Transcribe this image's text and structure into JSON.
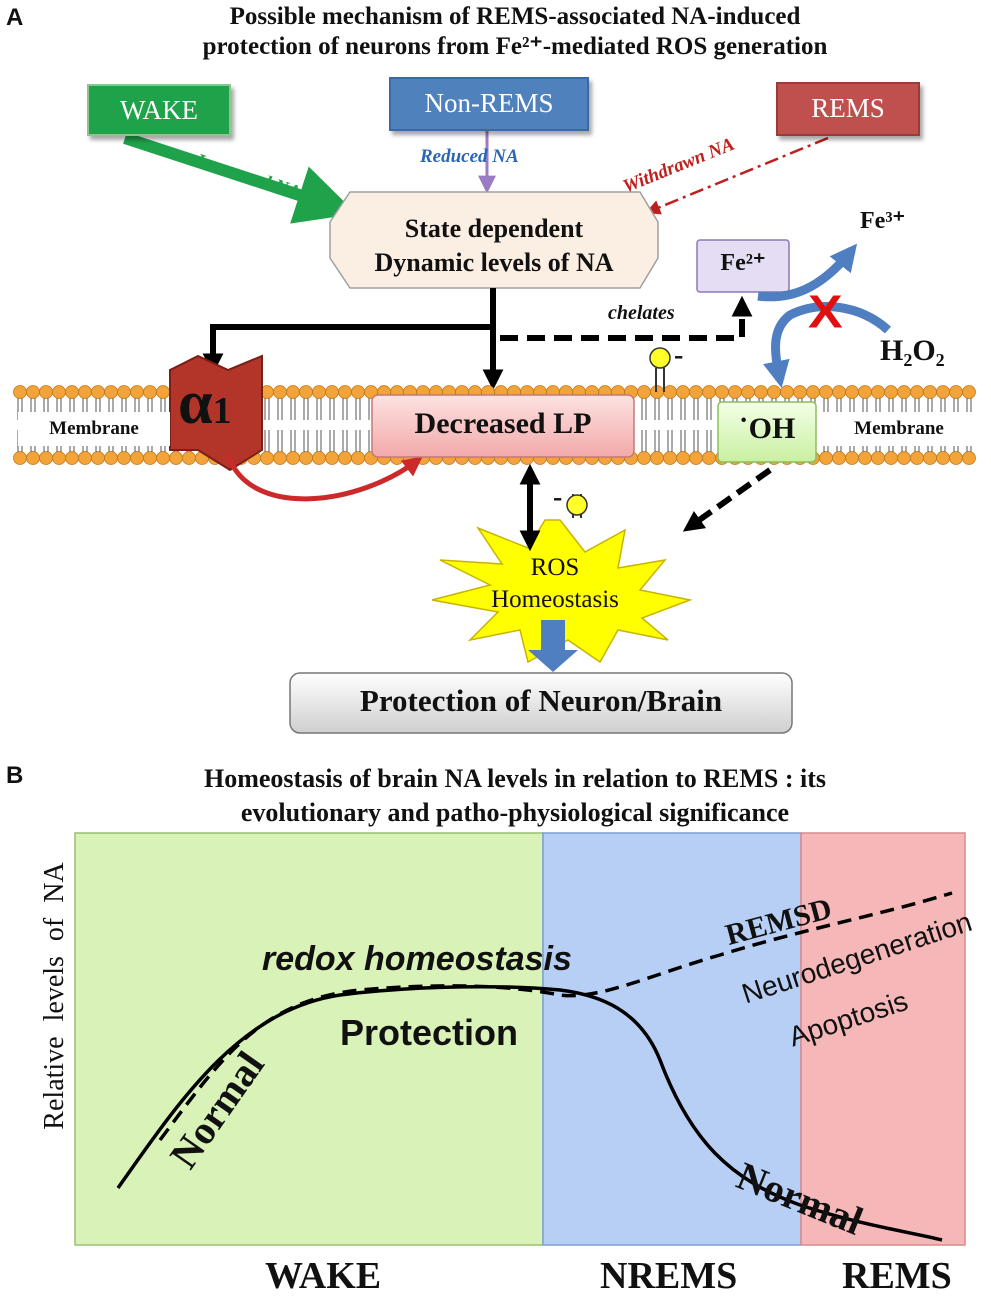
{
  "panel_a": {
    "letter": "A",
    "title_line1": "Possible mechanism of REMS-associated NA-induced",
    "title_line2": "protection of neurons from Fe²⁺-mediated ROS generation",
    "wake": "WAKE",
    "non_rems": "Non-REMS",
    "rems": "REMS",
    "increased_na": "Increased NA",
    "reduced_na": "Reduced NA",
    "withdrawn_na": "Withdrawn NA",
    "state_line1": "State dependent",
    "state_line2": "Dynamic levels of NA",
    "fe2": "Fe²⁺",
    "fe3": "Fe³⁺",
    "h2o2": "H₂O₂",
    "cross": "X",
    "chelates": "chelates",
    "membrane_left": "Membrane",
    "membrane_right": "Membrane",
    "alpha": "α",
    "alpha_sub": "1",
    "decreased_lp": "Decreased LP",
    "oh": "˙OH",
    "minus": "-",
    "ros_line1": "ROS",
    "ros_line2": "Homeostasis",
    "protection": "Protection of Neuron/Brain"
  },
  "panel_b": {
    "letter": "B",
    "title_line1": "Homeostasis of brain NA levels in relation to REMS : its",
    "title_line2": "evolutionary and patho-physiological significance",
    "ylabel": "Relative levels of NA",
    "redox": "redox homeostasis",
    "protection": "Protection",
    "normal_left": "Normal",
    "normal_right": "Normal",
    "remsd": "REMSD",
    "neurodegeneration": "Neurodegeneration",
    "apoptosis": "Apoptosis",
    "wake": "WAKE",
    "nrems": "NREMS",
    "rems": "REMS"
  },
  "colors": {
    "wake": "#1fa24a",
    "non_rems": "#4f81bd",
    "rems": "#c0504d",
    "lipid": "#f2a33a",
    "green_panel": "#d9f2b8",
    "blue_panel": "#b7cff5",
    "red_panel": "#f5b7b7",
    "star": "#ffff00"
  }
}
